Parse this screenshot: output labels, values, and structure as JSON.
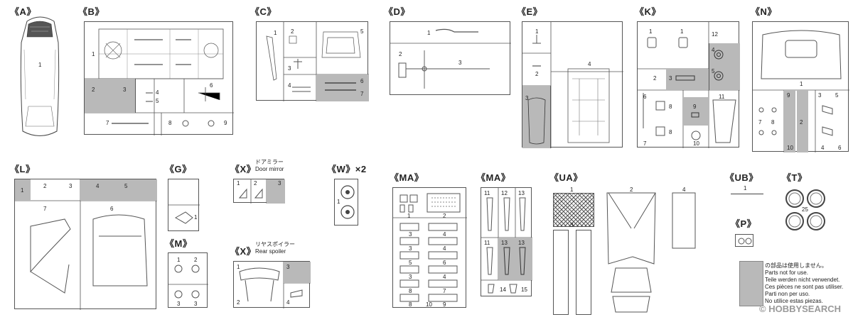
{
  "groups": {
    "A": "《A》",
    "B": "《B》",
    "C": "《C》",
    "D": "《D》",
    "E": "《E》",
    "K": "《K》",
    "N": "《N》",
    "L": "《L》",
    "G": "《G》",
    "M": "《M》",
    "X1": "《X》",
    "X2": "《X》",
    "W": "《W》×2",
    "MA1": "《MA》",
    "MA2": "《MA》",
    "UA": "《UA》",
    "UB": "《UB》",
    "T": "《T》",
    "P": "《P》"
  },
  "captions": {
    "door_mirror_jp": "ドアミラー",
    "door_mirror_en": "Door mirror",
    "rear_spoiler_jp": "リヤスポイラー",
    "rear_spoiler_en": "Rear spoiler"
  },
  "part_numbers": {
    "A": [
      "1"
    ],
    "B": [
      "1",
      "2",
      "3",
      "4",
      "5",
      "6",
      "7",
      "8",
      "9"
    ],
    "C": [
      "1",
      "2",
      "3",
      "4",
      "5",
      "6",
      "7"
    ],
    "D": [
      "1",
      "2",
      "3"
    ],
    "E": [
      "1",
      "2",
      "3",
      "4"
    ],
    "K": [
      "1",
      "1",
      "12",
      "2",
      "3",
      "4",
      "5",
      "6",
      "7",
      "8",
      "8",
      "9",
      "10",
      "11"
    ],
    "N": [
      "1",
      "9",
      "3",
      "5",
      "7",
      "8",
      "2",
      "10",
      "4",
      "6"
    ],
    "L": [
      "1",
      "2",
      "3",
      "4",
      "5",
      "6",
      "7"
    ],
    "G": [
      "1"
    ],
    "M": [
      "1",
      "2",
      "3",
      "3"
    ],
    "X1": [
      "1",
      "2",
      "3"
    ],
    "X2": [
      "1",
      "2",
      "3",
      "4"
    ],
    "W": [
      "1"
    ],
    "MA1": [
      "1",
      "2",
      "3",
      "4",
      "3",
      "4",
      "5",
      "6",
      "3",
      "4",
      "7",
      "8",
      "8",
      "9",
      "10"
    ],
    "MA2": [
      "11",
      "12",
      "13",
      "11",
      "13",
      "13",
      "14",
      "15"
    ],
    "UA": [
      "1",
      "2",
      "3",
      "4"
    ],
    "UB": [
      "1"
    ],
    "T": [
      "25"
    ]
  },
  "legend": {
    "lines": [
      "の部品は使用しません。",
      "Parts not for use.",
      "Teile werden nicht verwendet.",
      "Ces pièces ne sont pas utiliser.",
      "Parti non per uso.",
      "No utilice estas piezas."
    ]
  },
  "watermark": "© HOBBYSEARCH",
  "colors": {
    "unused_fill": "#b9b9b9",
    "line": "#444444"
  }
}
